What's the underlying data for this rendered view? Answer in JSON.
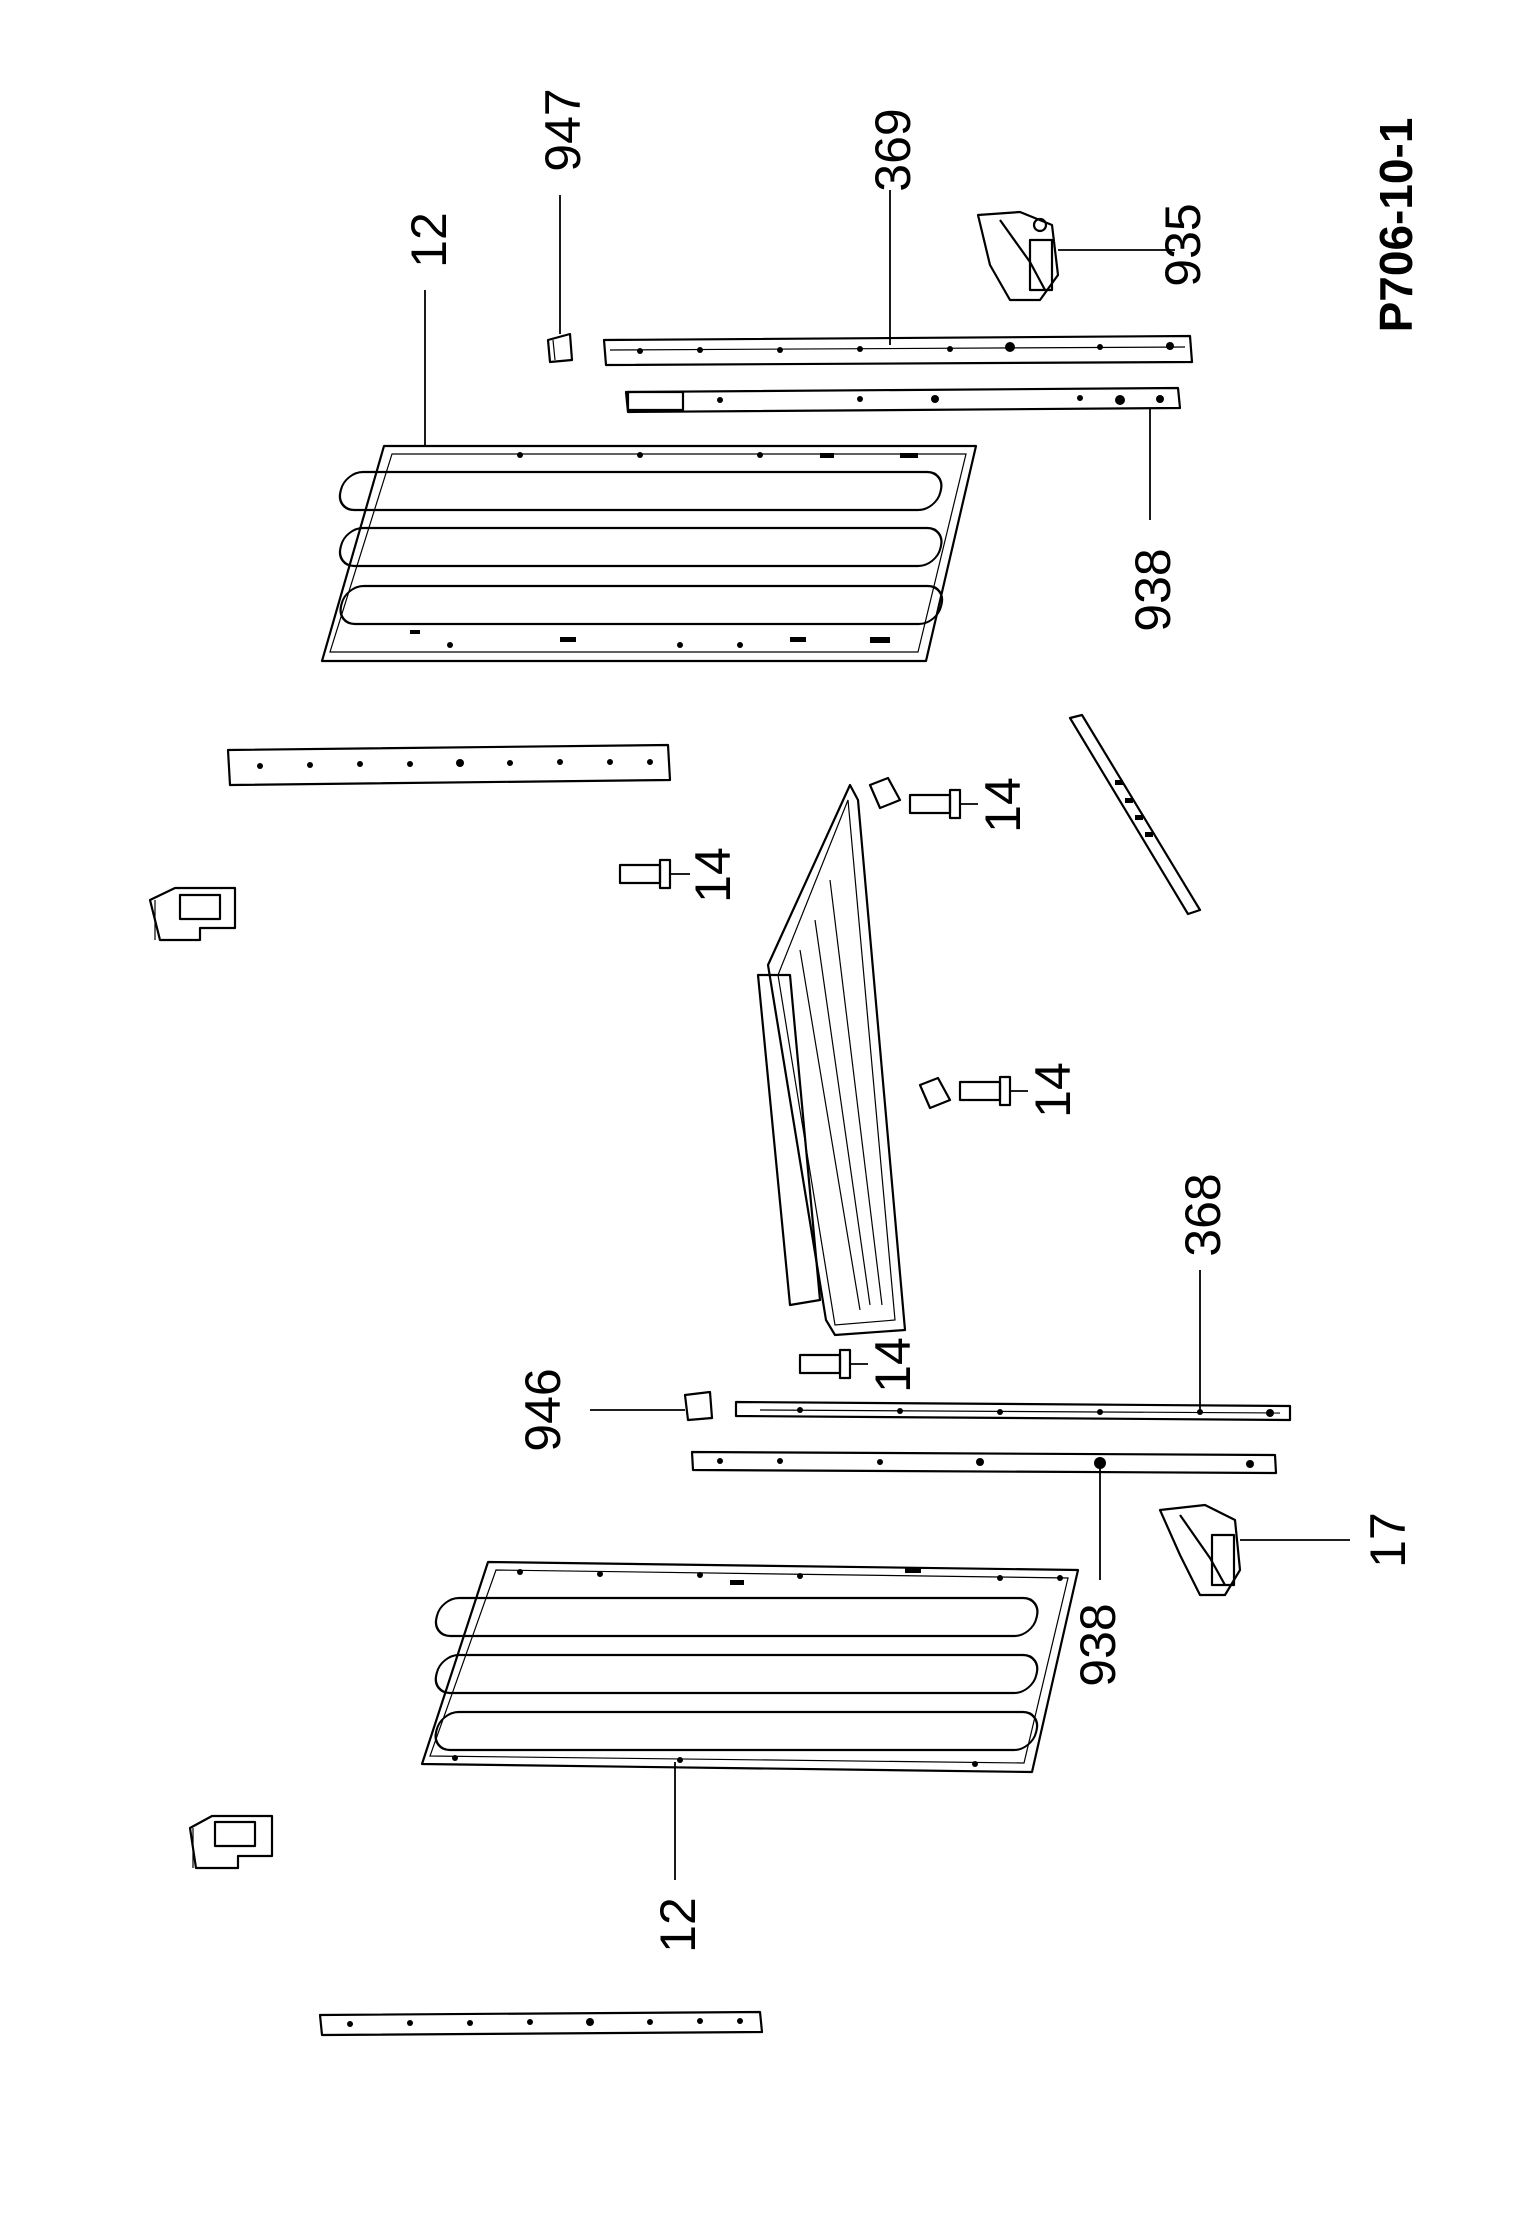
{
  "diagram": {
    "code": "P706-10-1",
    "labels": {
      "l12_top": "12",
      "l947": "947",
      "l369": "369",
      "l935": "935",
      "l938_top": "938",
      "l14_a": "14",
      "l14_b": "14",
      "l14_c": "14",
      "l368": "368",
      "l14_d": "14",
      "l946": "946",
      "l938_bottom": "938",
      "l17": "17",
      "l12_bottom": "12"
    }
  }
}
